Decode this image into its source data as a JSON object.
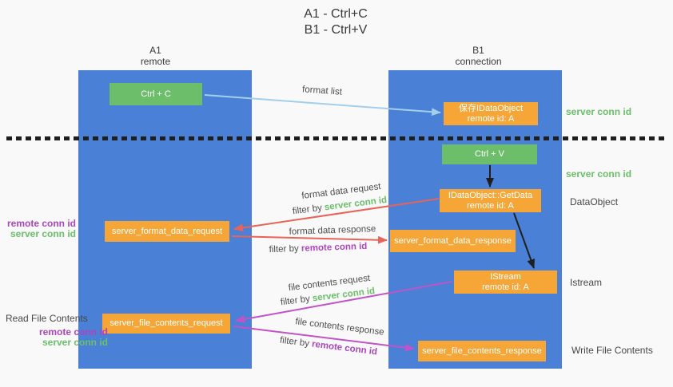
{
  "title": {
    "line1": "A1 - Ctrl+C",
    "line2": "B1 - Ctrl+V"
  },
  "lanes": {
    "left": {
      "title": "A1",
      "subtitle": "remote"
    },
    "right": {
      "title": "B1",
      "subtitle": "connection"
    }
  },
  "boxes": {
    "ctrl_c": "Ctrl + C",
    "ctrl_v": "Ctrl + V",
    "save_dataobject_line1": "保存IDataObject",
    "save_dataobject_line2": "remote id: A",
    "getdata_line1": "IDataObject::GetData",
    "getdata_line2": "remote id: A",
    "istream_line1": "IStream",
    "istream_line2": "remote id: A",
    "format_request": "server_format_data_request",
    "format_response": "server_format_data_response",
    "file_request": "server_file_contents_request",
    "file_response": "server_file_contents_response"
  },
  "side_labels": {
    "server_conn_top": "server conn id",
    "server_conn_mid": "server conn id",
    "dataobject": "DataObject",
    "istream": "Istream",
    "write_file": "Write File Contents",
    "read_file": "Read File Contents",
    "remote_conn_left_top": "remote conn id",
    "server_conn_left_top": "server conn id",
    "remote_conn_left_bottom": "remote conn id",
    "server_conn_left_bottom": "server conn id"
  },
  "arrow_labels": {
    "format_list": "format list",
    "format_data_request": "format data request",
    "format_data_request_filter_prefix": "filter by ",
    "format_data_request_filter_key": "server conn id",
    "format_data_response": "format data response",
    "format_data_response_filter_prefix": "filter by ",
    "format_data_response_filter_key": "remote conn id",
    "file_contents_request": "file contents request",
    "file_contents_request_filter_prefix": "filter by ",
    "file_contents_request_filter_key": "server conn id",
    "file_contents_response": "file contents response",
    "file_contents_response_filter_prefix": "filter by ",
    "file_contents_response_filter_key": "remote conn id"
  },
  "colors": {
    "lane_blue": "#4a80d6",
    "box_green": "#6dbe6a",
    "box_orange": "#f6a637",
    "arrow_red": "#e8635a",
    "arrow_magenta": "#c053c8",
    "arrow_lightblue": "#a3cfed",
    "arrow_black": "#1f1f1f",
    "label_green": "#6abf69",
    "label_purple": "#ab47bc",
    "text_dark": "#3f3f3f"
  }
}
